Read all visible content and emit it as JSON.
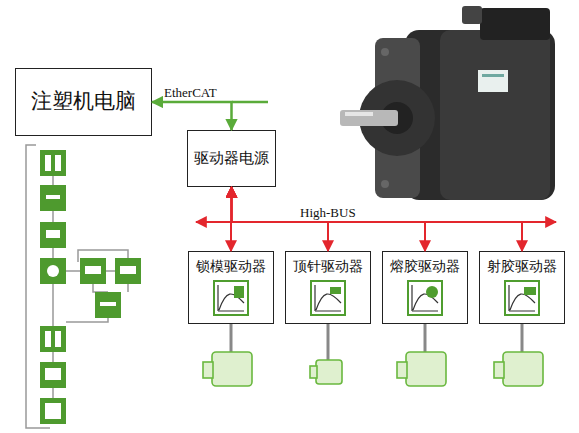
{
  "diagram": {
    "nodes": [
      {
        "text": [
          "注塑机电脑"
        ]
      },
      {
        "text": [
          "驱动器电源"
        ]
      },
      {
        "text": [
          "锁模驱动器"
        ]
      },
      {
        "text": [
          "顶针驱动器"
        ]
      },
      {
        "text": [
          "熔胶驱动器"
        ]
      },
      {
        "text": [
          "射胶驱动器"
        ]
      }
    ],
    "edges": [
      {
        "from": 0,
        "to": 1,
        "label": "EtherCAT",
        "arrow": "both"
      },
      {
        "from": 1,
        "to": 2,
        "arrow": "both"
      },
      {
        "from": 1,
        "to": 3,
        "arrow": "both"
      },
      {
        "from": 1,
        "to": 4,
        "arrow": "both"
      },
      {
        "from": 1,
        "to": 5,
        "arrow": "both"
      }
    ],
    "labels": [
      "High-BUS"
    ]
  }
}
